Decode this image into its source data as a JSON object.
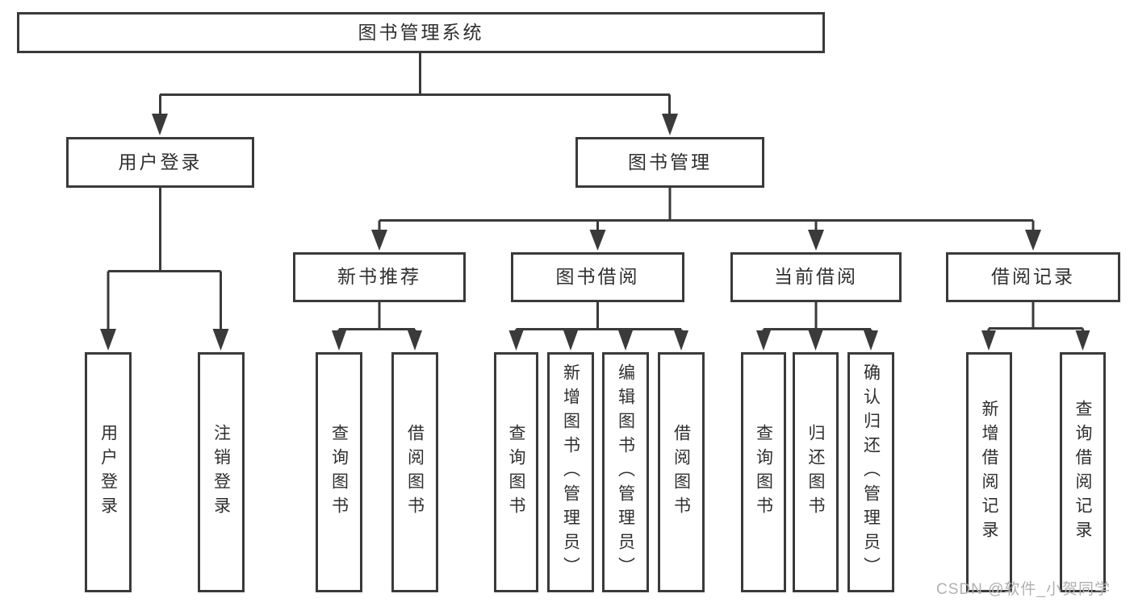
{
  "diagram_type": "hierarchy-functional-structure",
  "tree": {
    "root": {
      "label": "图书管理系统",
      "children": [
        {
          "label": "用户登录",
          "children": [
            {
              "label": "用户登录"
            },
            {
              "label": "注销登录"
            }
          ]
        },
        {
          "label": "图书管理",
          "children": [
            {
              "label": "新书推荐",
              "children": [
                {
                  "label": "查询图书"
                },
                {
                  "label": "借阅图书"
                }
              ]
            },
            {
              "label": "图书借阅",
              "children": [
                {
                  "label": "查询图书"
                },
                {
                  "label": "新增图书（管理员）"
                },
                {
                  "label": "编辑图书（管理员）"
                },
                {
                  "label": "借阅图书"
                }
              ]
            },
            {
              "label": "当前借阅",
              "children": [
                {
                  "label": "查询图书"
                },
                {
                  "label": "归还图书"
                },
                {
                  "label": "确认归还（管理员）"
                }
              ]
            },
            {
              "label": "借阅记录",
              "children": [
                {
                  "label": "新增借阅记录"
                },
                {
                  "label": "查询借阅记录"
                }
              ]
            }
          ]
        }
      ]
    }
  },
  "watermark": {
    "text": "CSDN @软件_小贺同学"
  },
  "colors": {
    "line": "#3a3a3a",
    "border": "#3a3a3a",
    "text": "#2f2f2f",
    "watermark": "#b0b0b0",
    "background": "#ffffff"
  }
}
